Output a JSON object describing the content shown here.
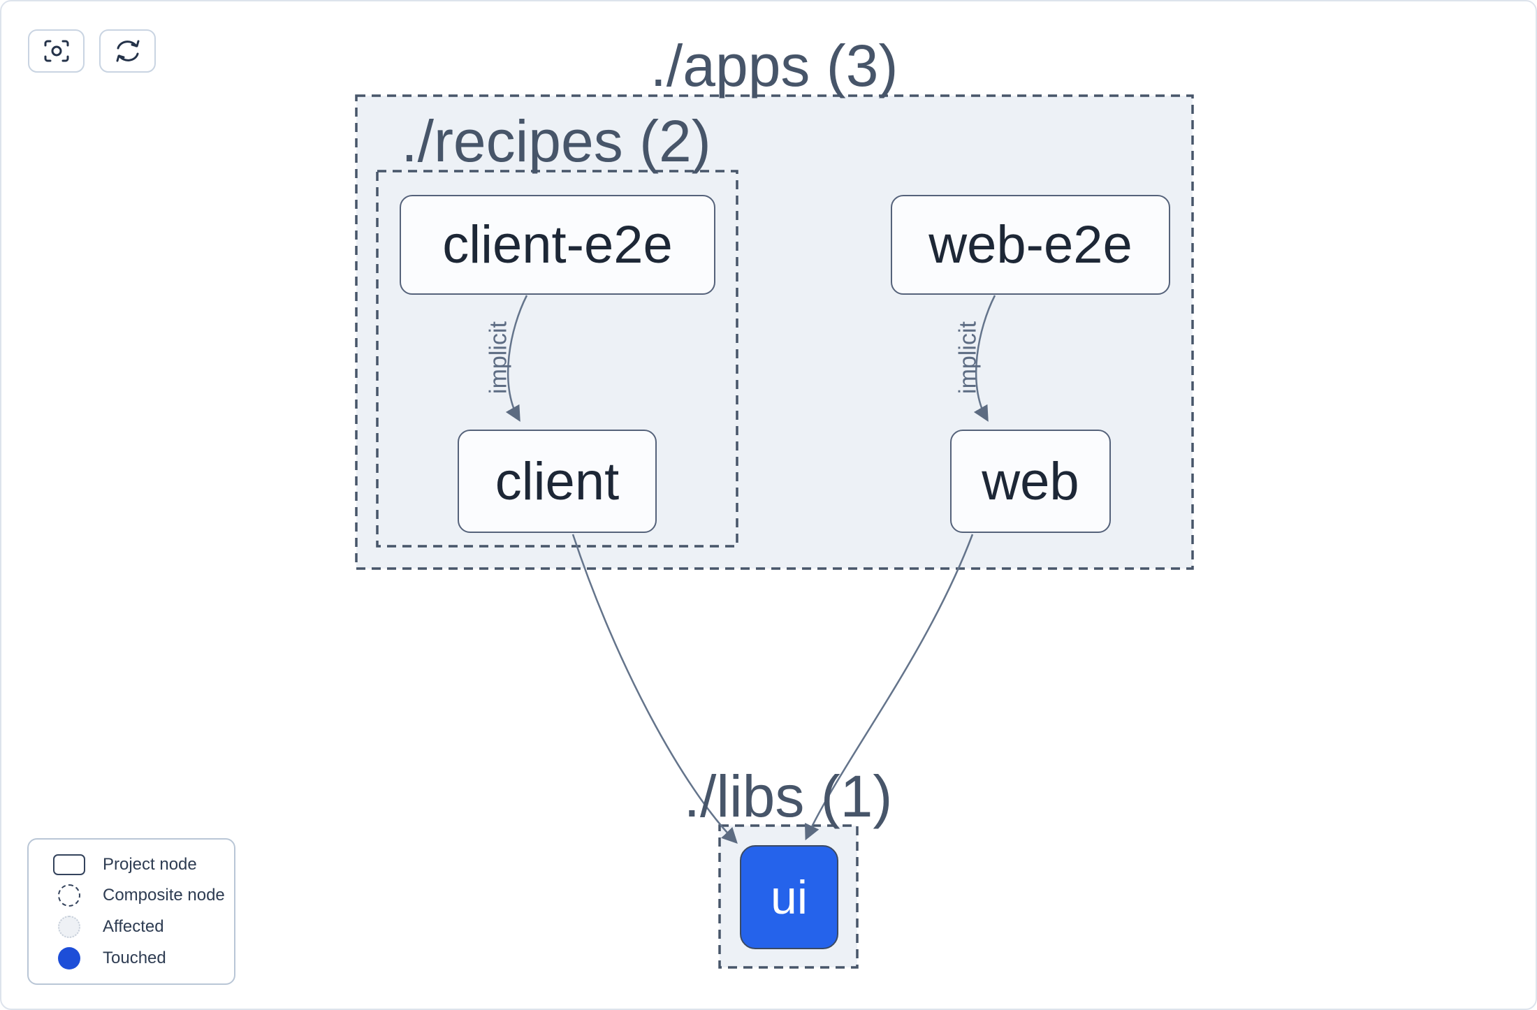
{
  "toolbar": {
    "buttons": [
      {
        "name": "focus",
        "icon": "focus-icon"
      },
      {
        "name": "refresh",
        "icon": "refresh-icon"
      }
    ]
  },
  "graph": {
    "containers": [
      {
        "id": "apps",
        "label": "./apps (3)"
      },
      {
        "id": "recipes",
        "label": "./recipes (2)"
      },
      {
        "id": "libs",
        "label": "./libs (1)"
      }
    ],
    "nodes": [
      {
        "id": "client-e2e",
        "label": "client-e2e",
        "state": "project"
      },
      {
        "id": "web-e2e",
        "label": "web-e2e",
        "state": "project"
      },
      {
        "id": "client",
        "label": "client",
        "state": "project"
      },
      {
        "id": "web",
        "label": "web",
        "state": "project"
      },
      {
        "id": "ui",
        "label": "ui",
        "state": "touched"
      }
    ],
    "edges": [
      {
        "from": "client-e2e",
        "to": "client",
        "label": "implicit"
      },
      {
        "from": "web-e2e",
        "to": "web",
        "label": "implicit"
      },
      {
        "from": "client",
        "to": "ui",
        "label": ""
      },
      {
        "from": "web",
        "to": "ui",
        "label": ""
      }
    ]
  },
  "legend": {
    "items": [
      {
        "label": "Project node",
        "swatch": "project-node"
      },
      {
        "label": "Composite node",
        "swatch": "composite-node"
      },
      {
        "label": "Affected",
        "swatch": "affected"
      },
      {
        "label": "Touched",
        "swatch": "touched"
      }
    ]
  },
  "colors": {
    "touched_blue": "#1d4ed8",
    "ui_node_fill": "#2563eb",
    "container_fill": "#edf1f6",
    "dashed_border": "#475569",
    "node_border": "#55627a",
    "node_text": "#1d2736",
    "edge": "#64748b",
    "composite_label_text": "#475569",
    "canvas_border": "#dde3ec"
  }
}
